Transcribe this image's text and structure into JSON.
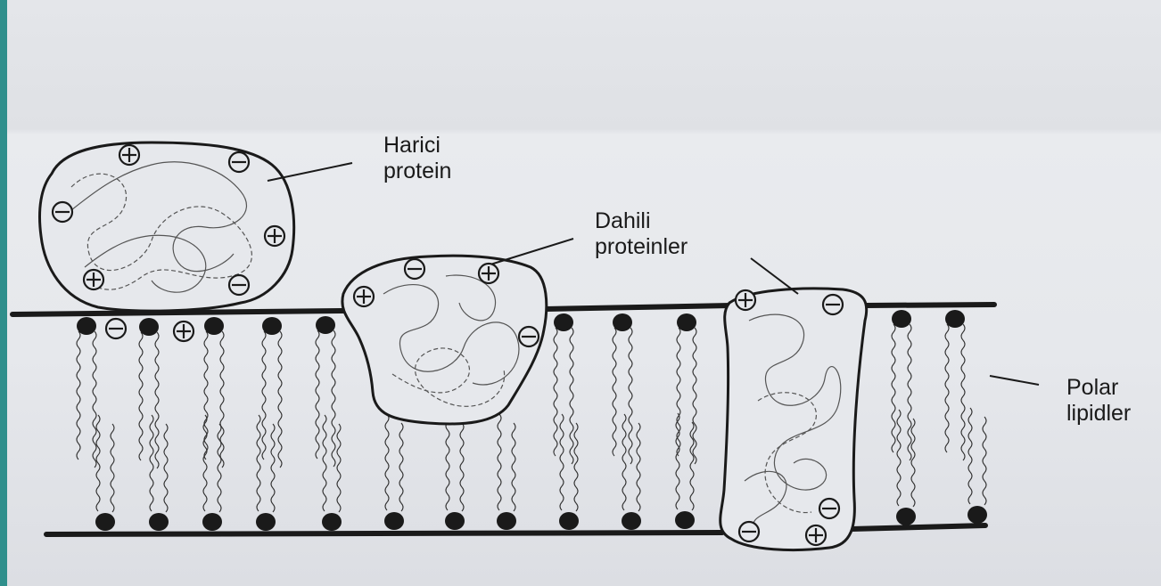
{
  "labels": {
    "harici": [
      "Harici",
      "protein"
    ],
    "dahili": [
      "Dahili",
      "proteinler"
    ],
    "polar": [
      "Polar",
      "lipidler"
    ]
  },
  "colors": {
    "background": "#2f8f8c",
    "paper": "#e6e8ec",
    "ink": "#1a1a1a"
  },
  "protein_charges": {
    "harici": [
      "+",
      "-",
      "-",
      "+",
      "+",
      "-"
    ],
    "dahili_left": [
      "-",
      "+",
      "+",
      "-"
    ],
    "dahili_right": [
      "+",
      "-",
      "-",
      "-",
      "+"
    ],
    "headgroup_row": [
      "-",
      "+"
    ]
  }
}
